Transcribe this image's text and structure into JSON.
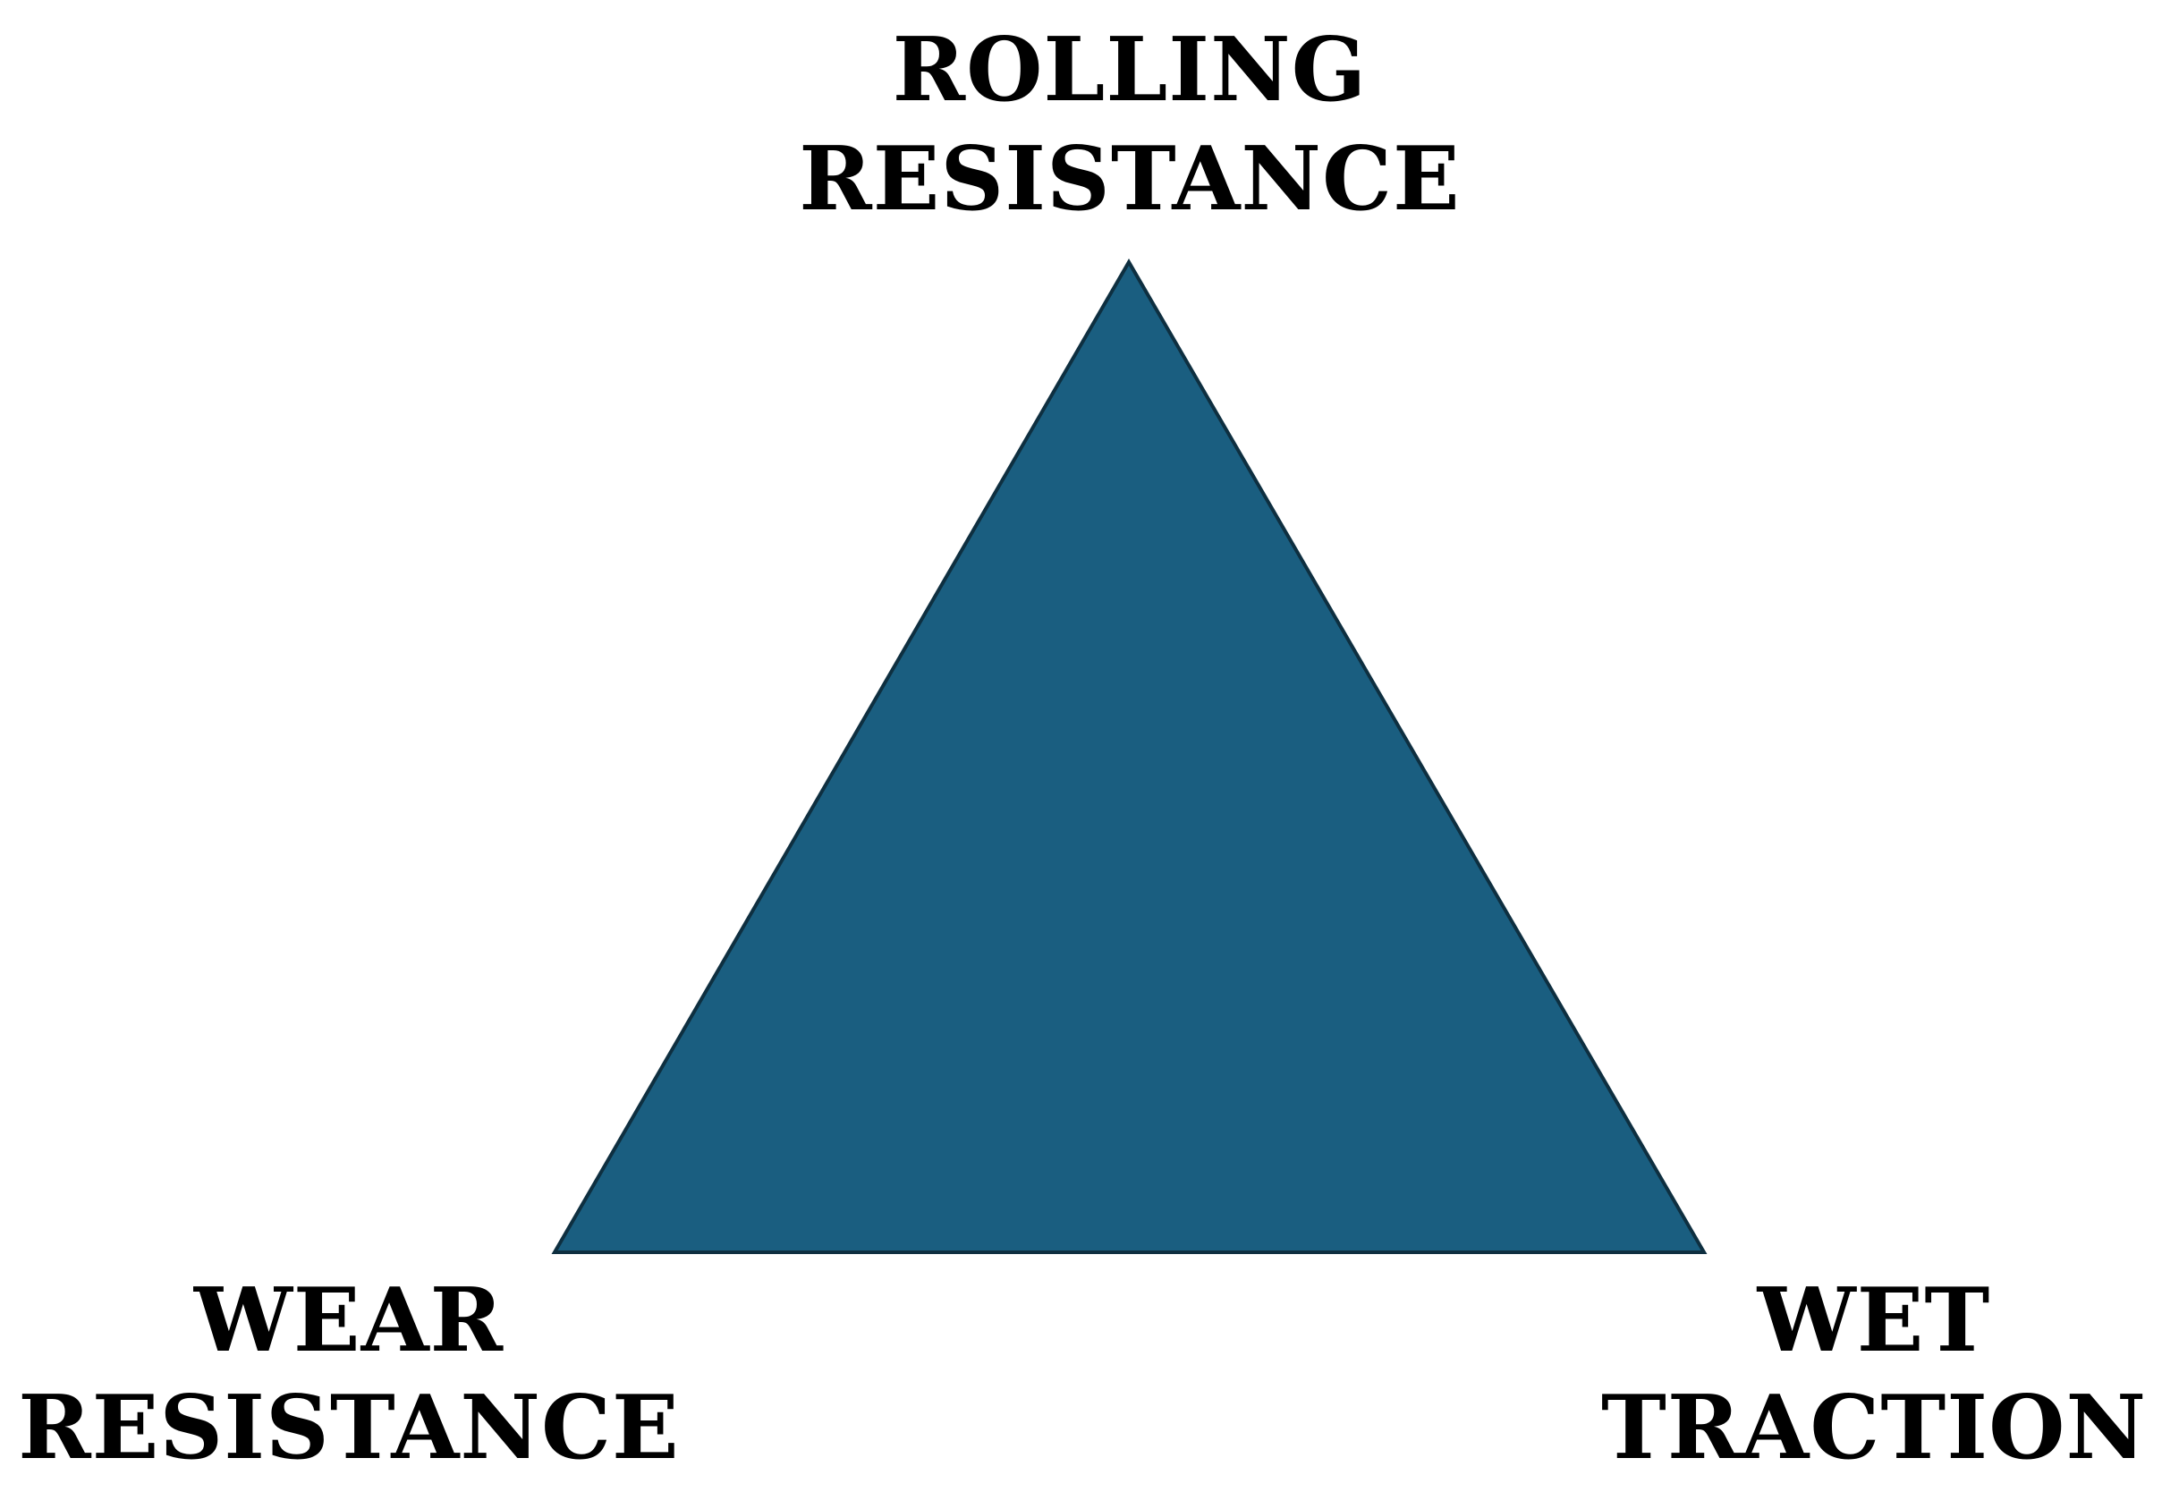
{
  "diagram": {
    "fill_color": "#1a5e80",
    "stroke_color": "#0e2f40",
    "vertices": {
      "top": {
        "line1": "ROLLING",
        "line2": "RESISTANCE"
      },
      "bottom_left": {
        "line1": "WEAR",
        "line2": "RESISTANCE"
      },
      "bottom_right": {
        "line1": "WET",
        "line2": "TRACTION"
      }
    }
  }
}
